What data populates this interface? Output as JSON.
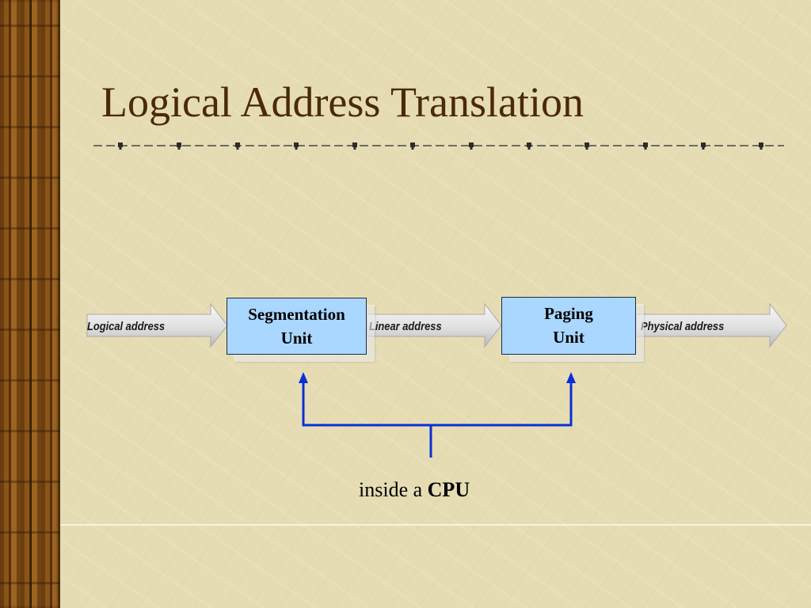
{
  "title": "Logical Address Translation",
  "units": {
    "segmentation": [
      "Segmentation",
      "Unit"
    ],
    "paging": [
      "Paging",
      "Unit"
    ]
  },
  "arrows": {
    "logical": "Logical address",
    "linear": "Linear address",
    "physical": "Physical address"
  },
  "caption": {
    "prefix": "inside a ",
    "emphasis": "CPU"
  },
  "colors": {
    "background": "#e6dcb4",
    "title": "#4a2a08",
    "unit_fill": "#a9d7ff",
    "connector": "#0a2fd6"
  }
}
